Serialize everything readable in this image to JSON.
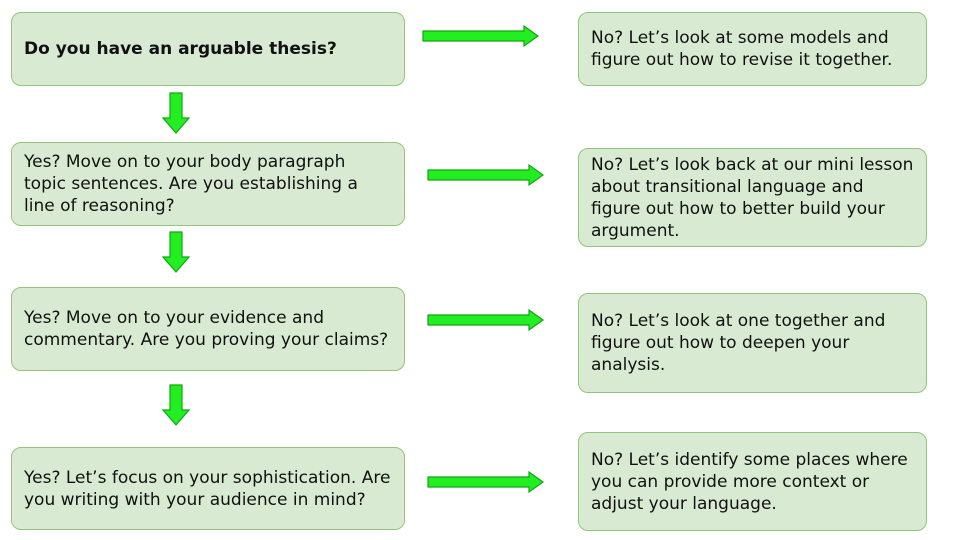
{
  "flow": {
    "left": [
      "Do you have an arguable thesis?",
      "Yes? Move on to your body paragraph topic sentences. Are you establishing a line of reasoning?",
      "Yes? Move on to your evidence and commentary. Are you proving your claims?",
      "Yes? Let’s focus on your sophistication. Are you writing with your audience in mind?"
    ],
    "right": [
      "No? Let’s look at some models and figure out how to revise it together.",
      "No? Let’s look back at our mini lesson about transitional language and figure out how to better build your argument.",
      "No? Let’s look at one together and figure out how to deepen your analysis.",
      "No? Let’s identify some places where you can provide more context or adjust your language."
    ]
  },
  "colors": {
    "box_fill": "#d9ead3",
    "box_border": "#93c47d",
    "arrow_fill": "#22ee22",
    "arrow_stroke": "#11a611"
  },
  "icons": [
    "arrow-right-icon",
    "arrow-down-icon"
  ]
}
